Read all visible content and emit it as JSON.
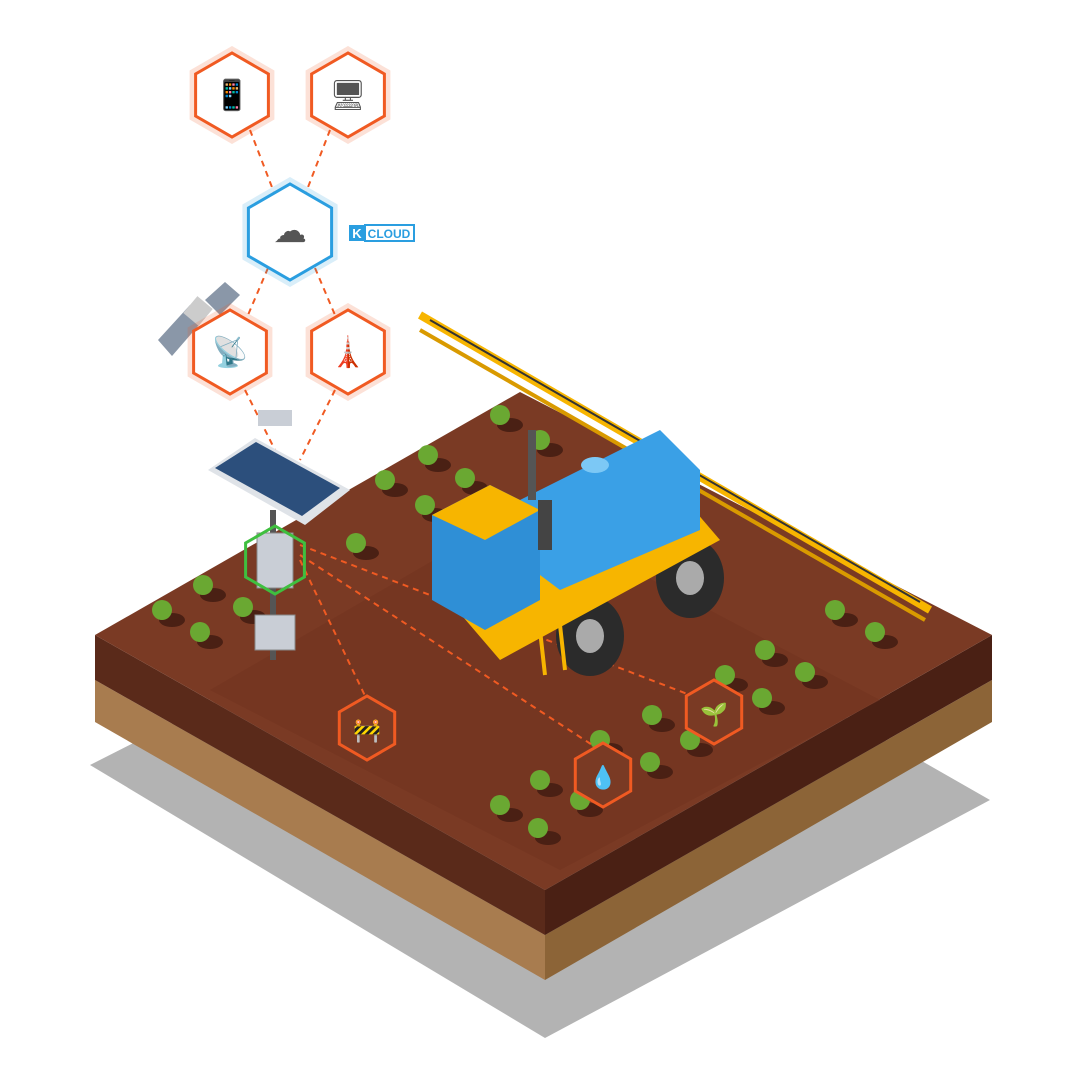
{
  "logo": {
    "mark": "K",
    "text": "CLOUD",
    "color": "#2a9ee0"
  },
  "colors": {
    "node_orange": "#f05a22",
    "node_blue": "#2a9ee0",
    "node_green": "#3fbf3f",
    "soil_top": "#7a3a24",
    "soil_side": "#5a2a1a",
    "sand": "#a87c4f",
    "shadow": "#b3b3b3",
    "tractor_yellow": "#f7b500",
    "tank_blue": "#3aa0e6",
    "plant_green": "#6aa832"
  },
  "nodes": [
    {
      "name": "mobile-alert",
      "icon": "phone-alert-icon"
    },
    {
      "name": "monitor-dashboard",
      "icon": "monitor-chart-icon"
    },
    {
      "name": "cloud-server",
      "icon": "cloud-server-icon"
    },
    {
      "name": "satellite",
      "icon": "satellite-dish-icon"
    },
    {
      "name": "cell-tower",
      "icon": "cell-tower-icon"
    },
    {
      "name": "field-sensor",
      "icon": "sensor-station-icon"
    },
    {
      "name": "barrier",
      "icon": "barrier-icon"
    },
    {
      "name": "soil-moisture",
      "icon": "water-drop-icon"
    },
    {
      "name": "plant-root",
      "icon": "plant-root-icon"
    }
  ]
}
